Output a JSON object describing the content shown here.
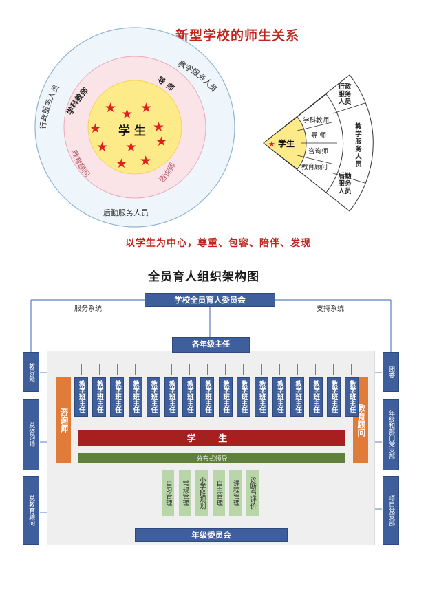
{
  "relationship": {
    "title": "新型学校的师生关系",
    "outer_ring": [
      "行政服务人员",
      "教学服务人员",
      "后勤服务人员"
    ],
    "middle_ring": [
      "学科教师",
      "导 师",
      "教育顾问",
      "咨询师"
    ],
    "center": "学 生",
    "fan": {
      "center": "学生",
      "inner": [
        "学科教师",
        "导 师",
        "咨询师",
        "教育顾问"
      ],
      "outer": [
        "行政服务人员",
        "教学服务人员",
        "后勤服务人员"
      ]
    },
    "slogan": "以学生为中心，尊重、包容、陪伴、发现"
  },
  "org": {
    "title": "全员育人组织架构图",
    "committee": "学校全员育人委员会",
    "service_system": "服务系统",
    "support_system": "支持系统",
    "grade_directors": "各年级主任",
    "left_boxes": [
      "教导处",
      "总咨询师",
      "总教育顾问"
    ],
    "right_boxes": [
      "团委",
      "年级和部门党支部",
      "项目党支部"
    ],
    "consultant": "咨询师",
    "ed_advisor": "教育顾问",
    "class_teacher": "教学班主任",
    "class_count": 16,
    "student": "学 生",
    "distributed": "分布式领导",
    "mgmt": [
      "自习管理",
      "常规管理",
      "小学段规划",
      "自主管理",
      "课程管理",
      "诊断与评价"
    ],
    "grade_committee": "年级委员会"
  },
  "colors": {
    "red": "#c0241f",
    "blue": "#3f5f9c",
    "orange": "#e07b3a",
    "green": "#5f7f3c",
    "light_green": "#b8d6a8",
    "dark_red": "#a81f1f",
    "outer_ring_fill": "#eef6fb",
    "middle_ring_fill": "#fbe4e8",
    "center_fill": "#fdeb8a"
  }
}
